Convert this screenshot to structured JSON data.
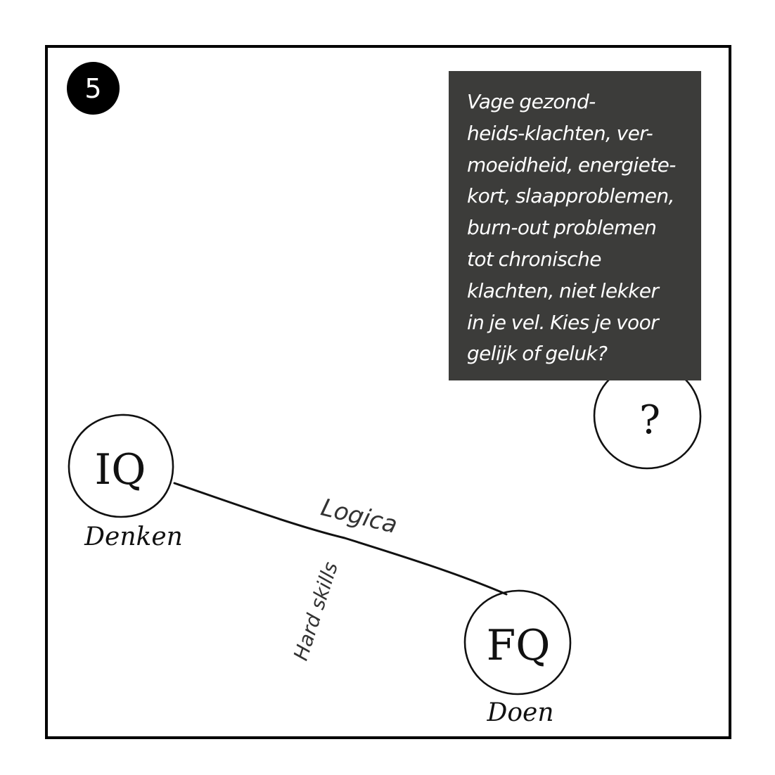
{
  "badge": {
    "number": "5"
  },
  "description": {
    "lines": [
      "Vage gezond-",
      "heids-klachten, ver-",
      "moeidheid, energiete-",
      "kort, slaapproblemen,",
      "burn-out problemen",
      "tot chronische",
      "klachten, niet lekker",
      "in je vel. Kies je voor",
      "gelijk of geluk?"
    ]
  },
  "nodes": {
    "iq": {
      "label": "IQ",
      "caption": "Denken"
    },
    "fq": {
      "label": "FQ",
      "caption": "Doen"
    },
    "unknown": {
      "label": "?"
    }
  },
  "edges": {
    "iq_fq": {
      "label_top": "Logica",
      "label_side": "Hard skills"
    }
  }
}
